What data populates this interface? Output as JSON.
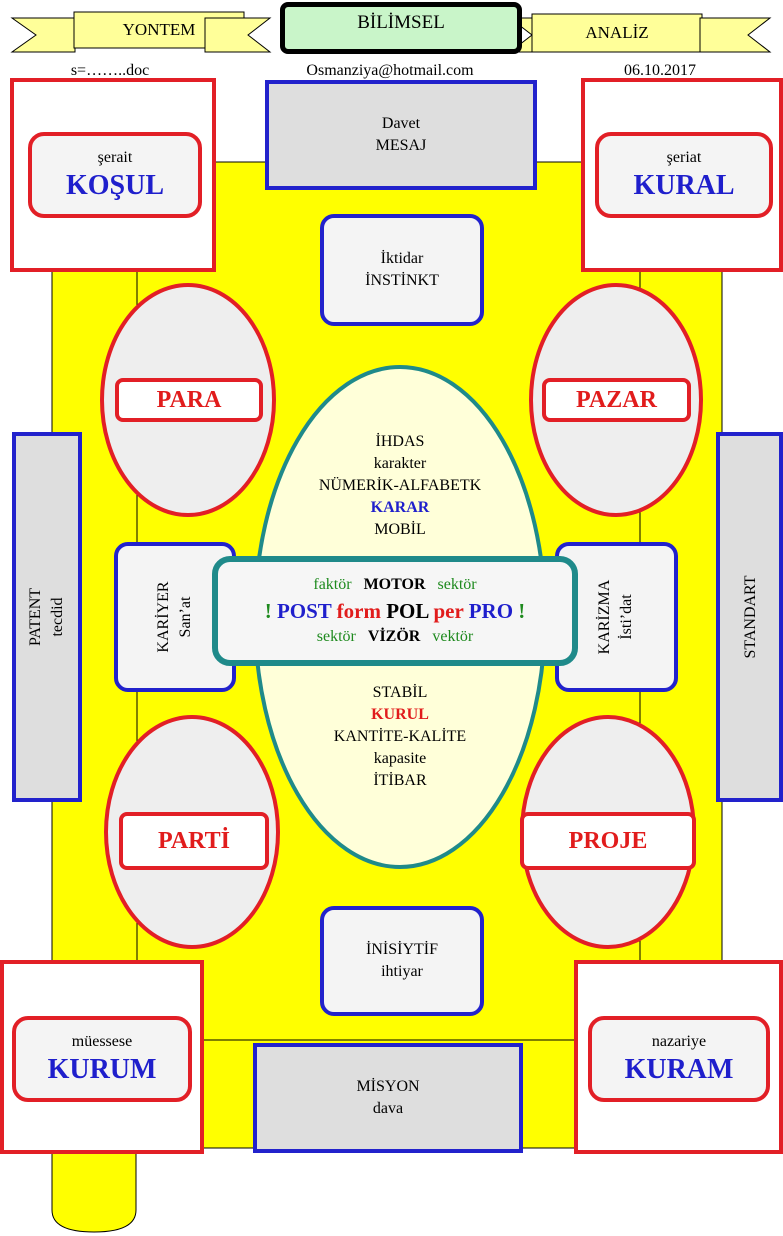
{
  "header": {
    "left_banner": "YONTEM",
    "center_title": "BİLİMSEL",
    "right_banner": "ANALİZ",
    "left_sub": "s=……..doc",
    "center_sub": "Osmanziya@hotmail.com",
    "right_sub": "06.10.2017"
  },
  "top_box": {
    "line1": "Davet",
    "line2": "MESAJ"
  },
  "bottom_box": {
    "line1": "MİSYON",
    "line2": "dava"
  },
  "top_inner": {
    "line1": "İktidar",
    "line2": "İNSTİNKT"
  },
  "bottom_inner": {
    "line1": "İNİSİYTİF",
    "line2": "ihtiyar"
  },
  "corners": {
    "top_left": {
      "small": "şerait",
      "big": "KOŞUL"
    },
    "top_right": {
      "small": "şeriat",
      "big": "KURAL"
    },
    "bottom_left": {
      "small": "müessese",
      "big": "KURUM"
    },
    "bottom_right": {
      "small": "nazariye",
      "big": "KURAM"
    }
  },
  "ovals": {
    "upper_left": "PARA",
    "upper_right": "PAZAR",
    "lower_left": "PARTİ",
    "lower_right": "PROJE"
  },
  "side_left": {
    "line1": "PATENT",
    "line2": "tecdid"
  },
  "side_right": {
    "line1": "STANDART"
  },
  "mid_left": {
    "line1": "KARİYER",
    "line2": "San’at"
  },
  "mid_right": {
    "line1": "KARİZMA",
    "line2": "İsti’dat"
  },
  "ellipse_top": {
    "l1": "İHDAS",
    "l2": "karakter",
    "l3": "NÜMERİK-ALFABETK",
    "l4": "KARAR",
    "l5": "MOBİL"
  },
  "ellipse_bottom": {
    "l1": "STABİL",
    "l2": "KURUL",
    "l3": "KANTİTE-KALİTE",
    "l4": "kapasite",
    "l5": "İTİBAR"
  },
  "center_panel": {
    "r1a": "faktör",
    "r1b": "MOTOR",
    "r1c": "sektör",
    "r2_excl_open": "!",
    "r2a": "POST",
    "r2b": "form",
    "r2c": "POL",
    "r2d": "per",
    "r2e": "PRO",
    "r2_excl_close": "!",
    "r3a": "sektör",
    "r3b": "VİZÖR",
    "r3c": "vektör"
  },
  "colors": {
    "board_yellow": "#ffff00",
    "blue_border": "#2222cc",
    "red_border": "#e21f26",
    "teal_border": "#1f8a8a",
    "title_green_bg": "#c9f5c9",
    "banner_yellow": "#ffff99"
  }
}
